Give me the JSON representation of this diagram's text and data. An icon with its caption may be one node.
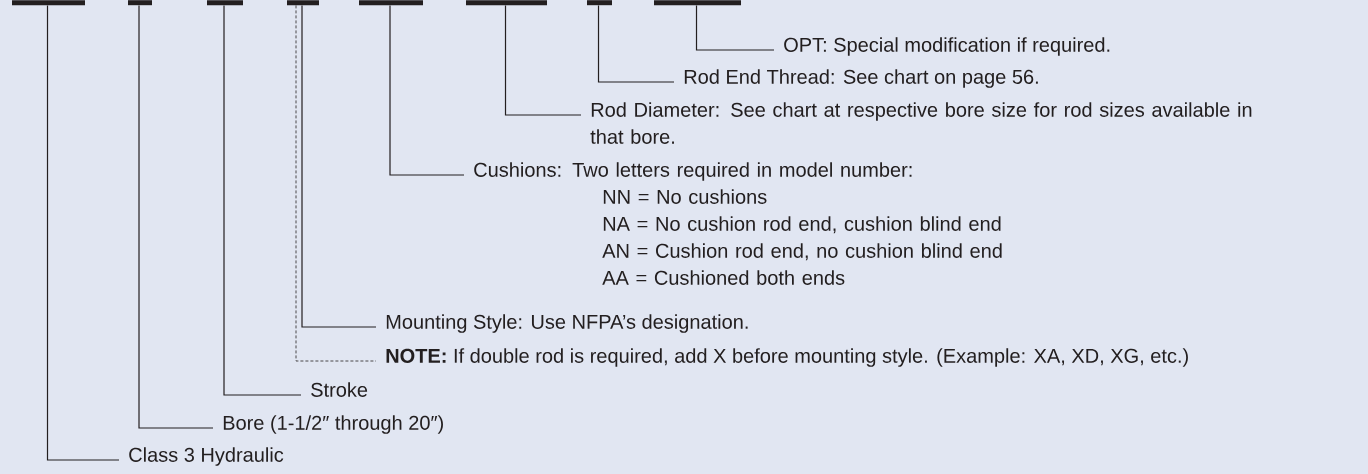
{
  "diagram": {
    "nodes": [
      {
        "text": [],
        "shape": "bar"
      },
      {
        "text": [],
        "shape": "bar"
      },
      {
        "text": [],
        "shape": "bar"
      },
      {
        "text": [],
        "shape": "bar"
      },
      {
        "text": [],
        "shape": "bar"
      },
      {
        "text": [],
        "shape": "bar"
      },
      {
        "text": [],
        "shape": "bar"
      },
      {
        "text": [],
        "shape": "bar"
      },
      {
        "text": [
          "OPT: Special modification if required."
        ]
      },
      {
        "text": [
          "Rod End Thread: See chart on page 56."
        ]
      },
      {
        "text": [
          "Rod Diameter: See chart at respective bore size for rod sizes available in that bore."
        ]
      },
      {
        "text": [
          "Cushions: Two letters required in model number:",
          "NN = No cushions",
          "NA = No cushion rod end, cushion blind end",
          "AN = Cushion rod end, no cushion blind end",
          "AA = Cushioned both ends"
        ]
      },
      {
        "text": [
          "Mounting Style: Use NFPA’s designation."
        ]
      },
      {
        "text": [
          "**NOTE:** If double rod is required, add X before mounting style. (Example: XA, XD, XG, etc.)"
        ]
      },
      {
        "text": [
          "Stroke"
        ]
      },
      {
        "text": [
          "Bore (1-1/2″ through 20″)"
        ]
      },
      {
        "text": [
          "Class 3 Hydraulic"
        ]
      }
    ],
    "edges": [
      {
        "from": 7,
        "to": 8,
        "arrow": "none"
      },
      {
        "from": 6,
        "to": 9,
        "arrow": "none"
      },
      {
        "from": 5,
        "to": 10,
        "arrow": "none"
      },
      {
        "from": 4,
        "to": 11,
        "arrow": "none"
      },
      {
        "from": 3,
        "to": 12,
        "arrow": "none"
      },
      {
        "from": 3,
        "to": 13,
        "arrow": "none",
        "style": "dashed"
      },
      {
        "from": 2,
        "to": 14,
        "arrow": "none"
      },
      {
        "from": 1,
        "to": 15,
        "arrow": "none"
      },
      {
        "from": 0,
        "to": 16,
        "arrow": "none"
      }
    ]
  }
}
